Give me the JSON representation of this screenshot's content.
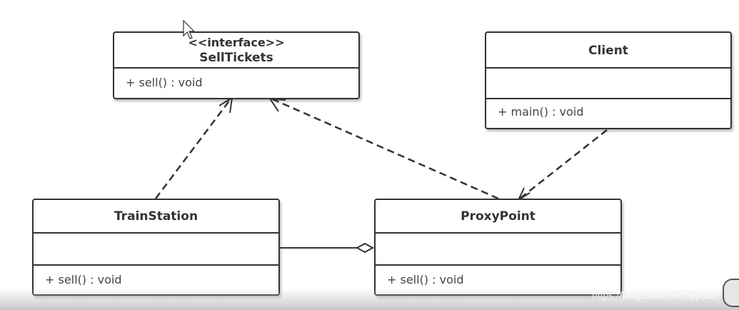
{
  "classes": {
    "sell_tickets": {
      "stereotype": "<<interface>>",
      "name": "SellTickets",
      "methods": [
        "+ sell() : void"
      ]
    },
    "client": {
      "name": "Client",
      "methods": [
        "+ main() : void"
      ]
    },
    "train_station": {
      "name": "TrainStation",
      "methods": [
        "+ sell() : void"
      ]
    },
    "proxy_point": {
      "name": "ProxyPoint",
      "methods": [
        "+ sell() : void"
      ]
    }
  },
  "relationships": [
    {
      "from": "TrainStation",
      "to": "SellTickets",
      "type": "realization"
    },
    {
      "from": "ProxyPoint",
      "to": "SellTickets",
      "type": "realization"
    },
    {
      "from": "Client",
      "to": "ProxyPoint",
      "type": "dependency"
    },
    {
      "from": "TrainStation",
      "to": "ProxyPoint",
      "type": "aggregation"
    }
  ],
  "watermark": "https://blog.csdn.net/hpp350"
}
